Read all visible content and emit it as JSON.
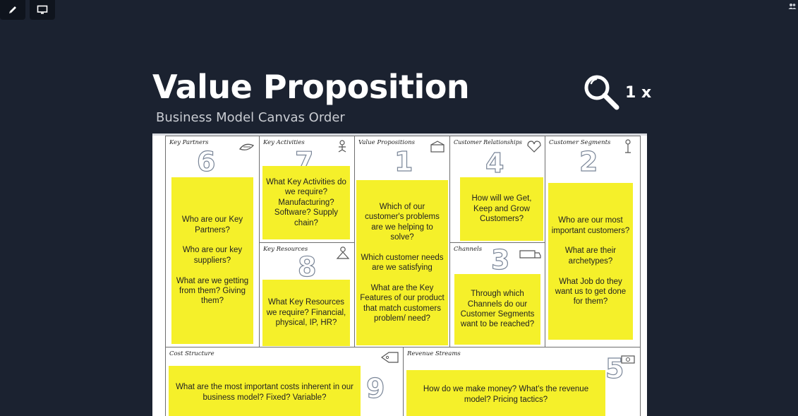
{
  "toolbar": {
    "pen_icon": "pen-icon",
    "screen_icon": "screen-share-icon",
    "people_icon": "people-icon"
  },
  "slide": {
    "title": "Value Proposition",
    "subtitle": "Business Model Canvas Order",
    "zoom_label": "1 x"
  },
  "canvas": {
    "key_partners": {
      "label": "Key Partners",
      "number": "6",
      "note": "Who are our Key Partners?\n\nWho are our key suppliers?\n\nWhat are we getting from them? Giving them?"
    },
    "key_activities": {
      "label": "Key Activities",
      "number": "7",
      "note": "What Key Activities do we require? Manufacturing? Software? Supply chain?"
    },
    "key_resources": {
      "label": "Key Resources",
      "number": "8",
      "note": "What Key Resources we require? Financial, physical, IP, HR?"
    },
    "value_propositions": {
      "label": "Value Propositions",
      "number": "1",
      "note": "Which of our customer's problems are we helping to solve?\n\nWhich customer needs are we satisfying\n\nWhat are the Key Features of our product that match customers problem/ need?"
    },
    "customer_relationships": {
      "label": "Customer Relationships",
      "number": "4",
      "note": "How will we Get, Keep and Grow Customers?"
    },
    "channels": {
      "label": "Channels",
      "number": "3",
      "note": "Through which Channels do our Customer Segments want to be reached?"
    },
    "customer_segments": {
      "label": "Customer Segments",
      "number": "2",
      "note": "Who are our most important customers?\n\nWhat are their archetypes?\n\nWhat Job do they want us to get done for them?"
    },
    "cost_structure": {
      "label": "Cost Structure",
      "number": "9",
      "note": "What are the most important costs inherent in our business model? Fixed? Variable?"
    },
    "revenue_streams": {
      "label": "Revenue Streams",
      "number": "5",
      "note": "How do we make money? What's the revenue model? Pricing tactics?"
    }
  }
}
